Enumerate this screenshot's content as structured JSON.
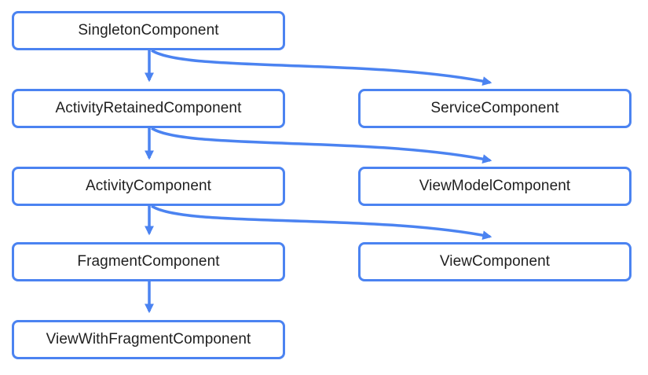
{
  "diagram": {
    "type": "hierarchy-flowchart",
    "nodes": [
      {
        "id": "singleton",
        "label": "SingletonComponent",
        "column": "left",
        "row": 1
      },
      {
        "id": "activity-retained",
        "label": "ActivityRetainedComponent",
        "column": "left",
        "row": 2
      },
      {
        "id": "service",
        "label": "ServiceComponent",
        "column": "right",
        "row": 2
      },
      {
        "id": "activity",
        "label": "ActivityComponent",
        "column": "left",
        "row": 3
      },
      {
        "id": "view-model",
        "label": "ViewModelComponent",
        "column": "right",
        "row": 3
      },
      {
        "id": "fragment",
        "label": "FragmentComponent",
        "column": "left",
        "row": 4
      },
      {
        "id": "view",
        "label": "ViewComponent",
        "column": "right",
        "row": 4
      },
      {
        "id": "view-with-fragment",
        "label": "ViewWithFragmentComponent",
        "column": "left",
        "row": 5
      }
    ],
    "edges": [
      {
        "from": "SingletonComponent",
        "to": "ActivityRetainedComponent",
        "style": "straight-down"
      },
      {
        "from": "SingletonComponent",
        "to": "ServiceComponent",
        "style": "curved-right"
      },
      {
        "from": "ActivityRetainedComponent",
        "to": "ActivityComponent",
        "style": "straight-down"
      },
      {
        "from": "ActivityRetainedComponent",
        "to": "ViewModelComponent",
        "style": "curved-right"
      },
      {
        "from": "ActivityComponent",
        "to": "FragmentComponent",
        "style": "straight-down"
      },
      {
        "from": "ActivityComponent",
        "to": "ViewComponent",
        "style": "curved-right"
      },
      {
        "from": "FragmentComponent",
        "to": "ViewWithFragmentComponent",
        "style": "straight-down"
      }
    ],
    "colors": {
      "node_border": "#4b83f1",
      "arrow": "#4b83f1",
      "node_fill": "#ffffff",
      "label_text": "#1f1f1f",
      "background": "#ffffff"
    }
  }
}
